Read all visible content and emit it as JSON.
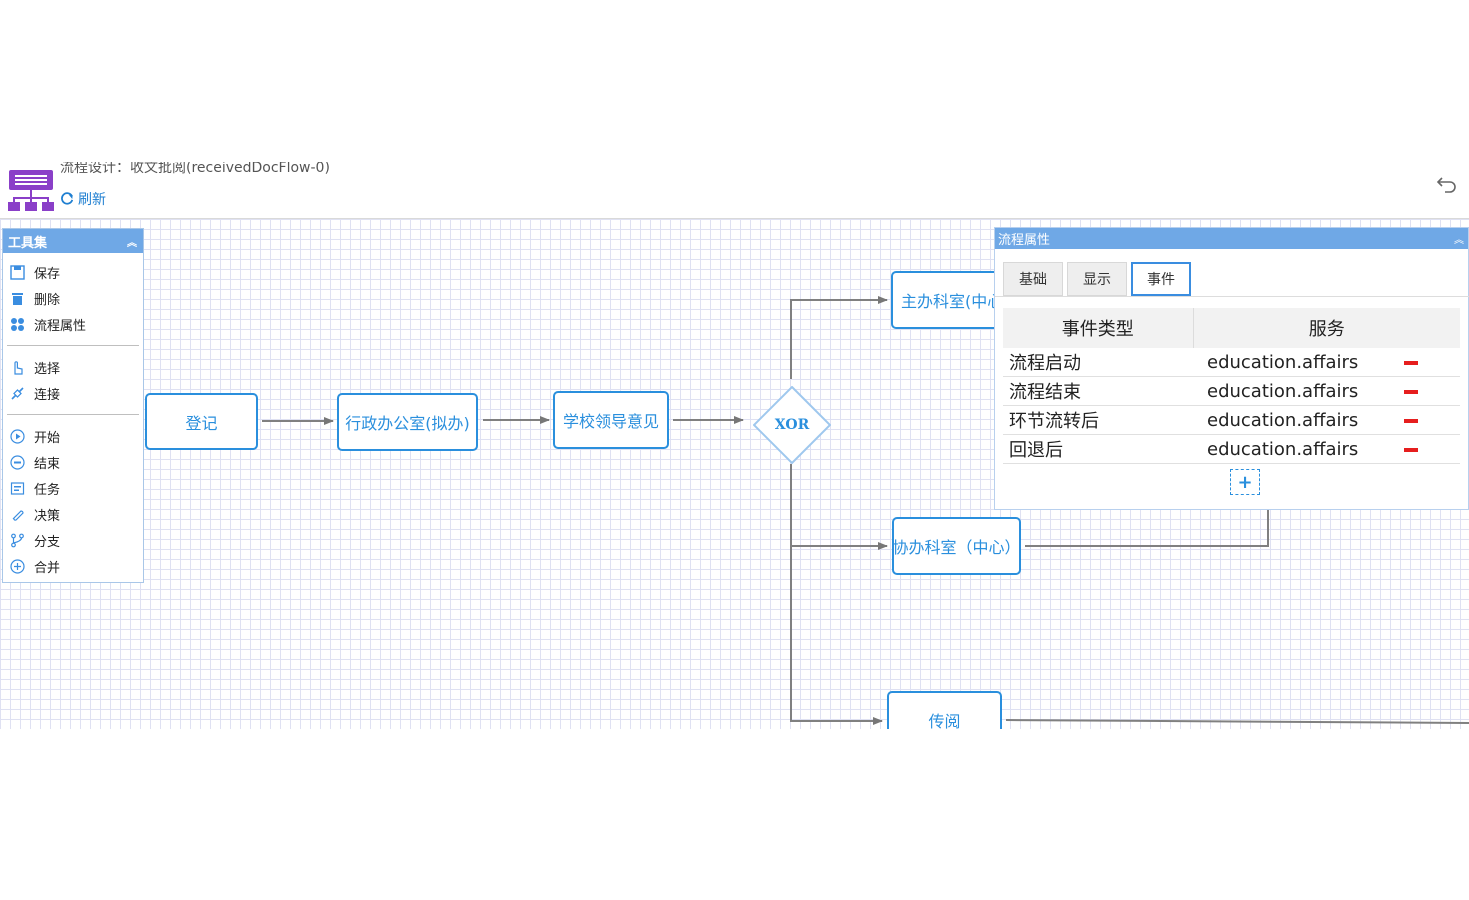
{
  "header": {
    "title": "流程设计：收文批阅(receivedDocFlow-0)",
    "refresh_label": "刷新"
  },
  "toolbox": {
    "title": "工具集",
    "groups": [
      [
        {
          "label": "保存",
          "icon": "save-icon"
        },
        {
          "label": "删除",
          "icon": "trash-icon"
        },
        {
          "label": "流程属性",
          "icon": "flow-properties-icon"
        }
      ],
      [
        {
          "label": "选择",
          "icon": "pointer-hand-icon"
        },
        {
          "label": "连接",
          "icon": "link-icon"
        }
      ],
      [
        {
          "label": "开始",
          "icon": "start-circle-icon"
        },
        {
          "label": "结束",
          "icon": "end-circle-icon"
        },
        {
          "label": "任务",
          "icon": "task-icon"
        },
        {
          "label": "决策",
          "icon": "decision-icon"
        },
        {
          "label": "分支",
          "icon": "fork-icon"
        },
        {
          "label": "合并",
          "icon": "join-icon"
        }
      ]
    ]
  },
  "diagram": {
    "nodes": {
      "register": "登记",
      "admin_office": "行政办公室(拟办)",
      "school_leader": "学校领导意见",
      "xor": "XOR",
      "main_office": "主办科室(中心",
      "assist_office": "协办科室（中心）",
      "circulate": "传阅"
    }
  },
  "props_panel": {
    "title": "流程属性",
    "tabs": [
      "基础",
      "显示",
      "事件"
    ],
    "active_tab": 2,
    "columns": [
      "事件类型",
      "服务"
    ],
    "rows": [
      {
        "event": "流程启动",
        "service": "education.affairs"
      },
      {
        "event": "流程结束",
        "service": "education.affairs"
      },
      {
        "event": "环节流转后",
        "service": "education.affairs"
      },
      {
        "event": "回退后",
        "service": "education.affairs"
      }
    ],
    "add_label": "+"
  },
  "colors": {
    "accent": "#2a8fdd",
    "panel_header": "#6fa8e6",
    "remove": "#e61e1e",
    "logo": "#8a3fc8"
  }
}
